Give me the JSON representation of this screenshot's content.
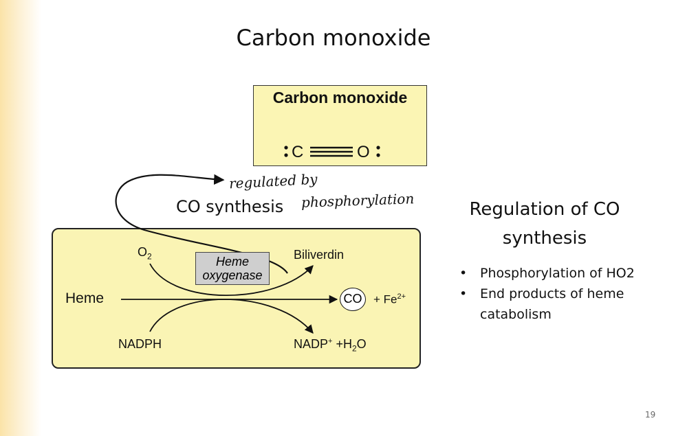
{
  "slide": {
    "title": "Carbon monoxide",
    "page_number": "19"
  },
  "structure_box": {
    "title": "Carbon monoxide",
    "atom_c": "C",
    "atom_o": "O"
  },
  "synthesis": {
    "heading": "CO synthesis"
  },
  "annotation": {
    "line1": "regulated by",
    "line2": "phosphorylation"
  },
  "pathway": {
    "o2": "O",
    "o2_sub": "2",
    "enzyme_line1": "Heme",
    "enzyme_line2": "oxygenase",
    "biliverdin": "Biliverdin",
    "heme": "Heme",
    "co": "CO",
    "fe": "+ Fe",
    "fe_sup": "2+",
    "nadph": "NADPH",
    "nadp": "NADP",
    "nadp_sup": "+",
    "h2o_prefix": " +H",
    "h2o_sub": "2",
    "h2o_suffix": "O"
  },
  "regulation": {
    "heading_line1": "Regulation of CO",
    "heading_line2": "synthesis",
    "items": [
      {
        "bullet": "•",
        "text": "Phosphorylation of HO2"
      },
      {
        "bullet": "•",
        "text": "End products of heme catabolism"
      }
    ]
  }
}
